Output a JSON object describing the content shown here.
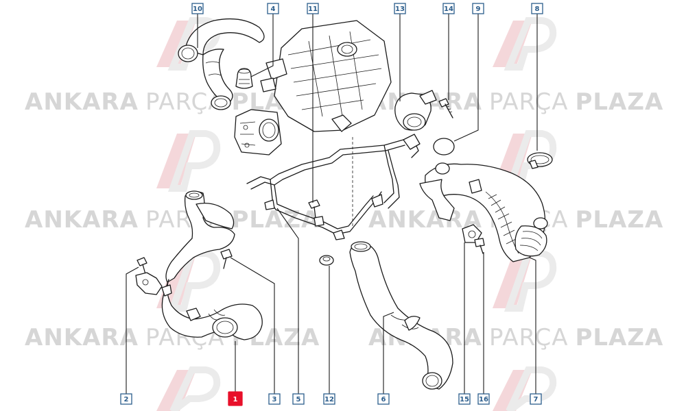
{
  "watermark": {
    "brand_bold_left": "ANKARA",
    "brand_light": "PARÇA",
    "brand_bold_right": "PLAZA"
  },
  "callouts": [
    {
      "id": "10",
      "highlighted": false
    },
    {
      "id": "4",
      "highlighted": false
    },
    {
      "id": "11",
      "highlighted": false
    },
    {
      "id": "13",
      "highlighted": false
    },
    {
      "id": "14",
      "highlighted": false
    },
    {
      "id": "9",
      "highlighted": false
    },
    {
      "id": "8",
      "highlighted": false
    },
    {
      "id": "2",
      "highlighted": false
    },
    {
      "id": "1",
      "highlighted": true
    },
    {
      "id": "3",
      "highlighted": false
    },
    {
      "id": "5",
      "highlighted": false
    },
    {
      "id": "12",
      "highlighted": false
    },
    {
      "id": "6",
      "highlighted": false
    },
    {
      "id": "15",
      "highlighted": false
    },
    {
      "id": "16",
      "highlighted": false
    },
    {
      "id": "7",
      "highlighted": false
    }
  ],
  "colors": {
    "callout_border": "#2b5d8c",
    "highlight": "#e8102a",
    "watermark": "#d6d6d6",
    "line": "#1a1a1a"
  }
}
